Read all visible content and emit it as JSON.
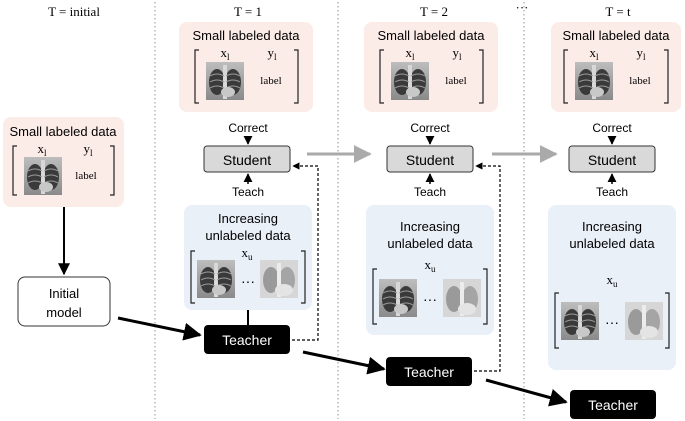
{
  "time_labels": [
    "T = initial",
    "T = 1",
    "T = 2",
    "T = t"
  ],
  "ellipsis": "···",
  "labeled_box": {
    "title": "Small labeled data",
    "x_label": "x",
    "x_sub": "l",
    "y_label": "y",
    "y_sub": "l",
    "label_text": "label"
  },
  "unlabeled_box": {
    "title_line1": "Increasing",
    "title_line2": "unlabeled data",
    "x_label": "x",
    "x_sub": "u",
    "dots": "···"
  },
  "student_label": "Student",
  "teacher_label": "Teacher",
  "initial_model": {
    "line1": "Initial",
    "line2": "model"
  },
  "correct_label": "Correct",
  "teach_label": "Teach",
  "colors": {
    "labeled_fill": "#fcece7",
    "unlabeled_fill": "#eaf0f8",
    "student_fill": "#d9d9d9",
    "teacher_fill": "#000000",
    "gray_arrow": "#aaaaaa"
  }
}
